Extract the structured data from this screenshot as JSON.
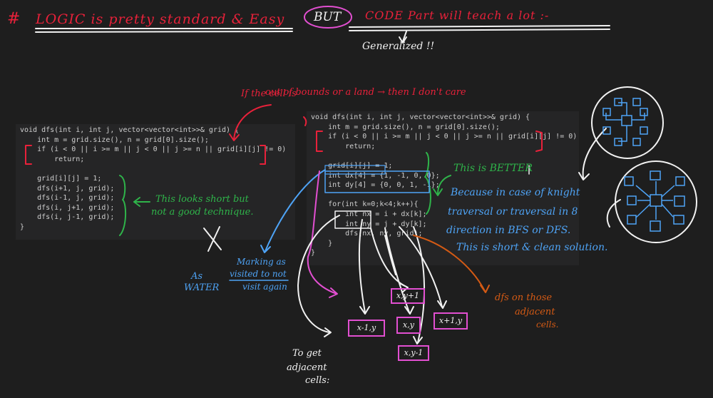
{
  "header": {
    "hash": "#",
    "part1": "LOGIC is pretty standard & Easy",
    "but": "BUT",
    "part2": "CODE Part will teach a lot :-",
    "generalized": "Generalized !!"
  },
  "code_left": {
    "lines": [
      "void dfs(int i, int j, vector<vector<int>>& grid) {",
      "    int m = grid.size(), n = grid[0].size();",
      "    if (i < 0 || i >= m || j < 0 || j >= n || grid[i][j] != 0)",
      "        return;",
      "",
      "    grid[i][j] = 1;",
      "    dfs(i+1, j, grid);",
      "    dfs(i-1, j, grid);",
      "    dfs(i, j+1, grid);",
      "    dfs(i, j-1, grid);",
      "}"
    ]
  },
  "code_right": {
    "lines": [
      "void dfs(int i, int j, vector<vector<int>>& grid) {",
      "    int m = grid.size(), n = grid[0].size();",
      "    if (i < 0 || i >= m || j < 0 || j >= n || grid[i][j] != 0)",
      "        return;",
      "",
      "    grid[i][j] = 1;",
      "    int dx[4] = {1, -1, 0, 0};",
      "    int dy[4] = {0, 0, 1, -1};",
      "",
      "    for(int k=0;k<4;k++){",
      "        int nx = i + dx[k];",
      "        int ny = j + dy[k];",
      "        dfs(nx, ny, grid);",
      "    }",
      "}"
    ]
  },
  "notes": {
    "bounds_1": "If the cell is",
    "bounds_2": "out of bounds or a land → then I don't care",
    "looks_short_1": "This looks short but",
    "looks_short_2": "not a good technique.",
    "better": "This is BETTER",
    "because_1": "Because in case of knight",
    "because_2": "traversal or traversal in 8",
    "because_3": "direction in BFS or DFS.",
    "because_4": "This is short & clean solution.",
    "marking_1": "Marking as",
    "marking_2": "visited to not",
    "marking_3": "visit again",
    "as_water_1": "As",
    "as_water_2": "WATER",
    "dfs_adj_1": "dfs on those",
    "dfs_adj_2": "adjacent",
    "dfs_adj_3": "cells.",
    "to_get_1": "To get",
    "to_get_2": "adjacent",
    "to_get_3": "cells:"
  },
  "cells": {
    "up": "x,y+1",
    "left": "x-1,y",
    "center": "x,y",
    "right": "x+1,y",
    "down": "x,y-1"
  },
  "colors": {
    "red": "#e8213a",
    "green": "#2fb44a",
    "blue": "#4ea3f5",
    "orange": "#d45a14",
    "pink": "#e24fd1",
    "white": "#f2f2f2"
  }
}
